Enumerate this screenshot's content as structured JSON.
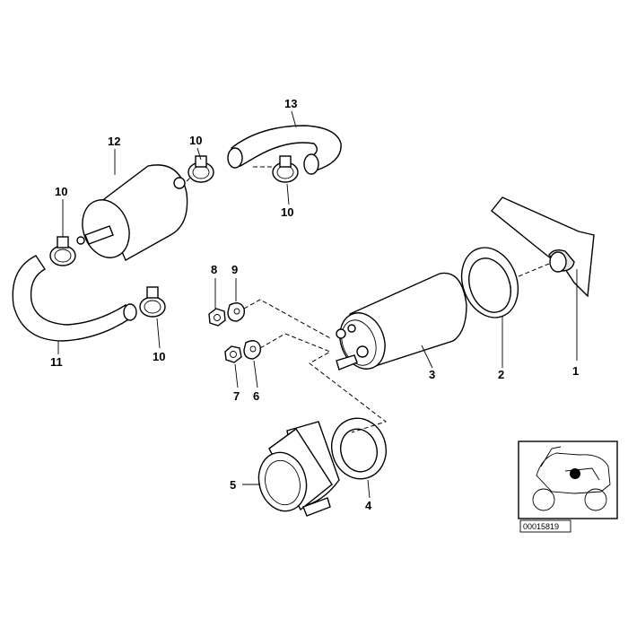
{
  "callouts": {
    "c1": "1",
    "c2": "2",
    "c3": "3",
    "c4": "4",
    "c5": "5",
    "c6": "6",
    "c7": "7",
    "c8": "8",
    "c9": "9",
    "c10a": "10",
    "c10b": "10",
    "c10c": "10",
    "c10d": "10",
    "c11": "11",
    "c12": "12",
    "c13": "13"
  },
  "thumbnail": {
    "ref_number": "00015819"
  }
}
